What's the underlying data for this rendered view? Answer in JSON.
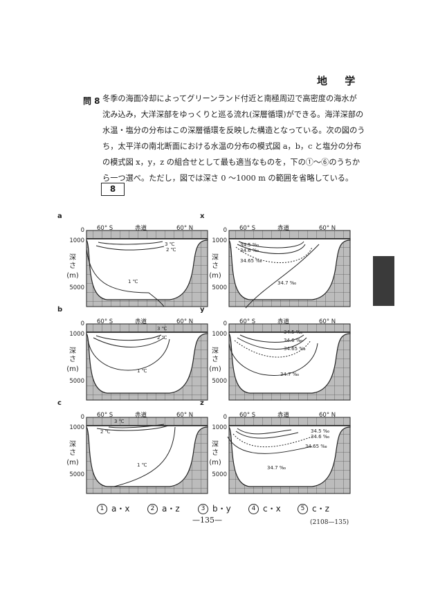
{
  "header": {
    "subject": "地 学"
  },
  "question": {
    "number": "問 8",
    "lines": [
      "冬季の海面冷却によってグリーンランド付近と南極周辺で高密度の海水が",
      "沈み込み，大洋深部をゆっくりと巡る流れ(深層循環)ができる。海洋深部の",
      "水温・塩分の分布はこの深層循環を反映した構造となっている。次の図のう",
      "ち，太平洋の南北断面における水温の分布の模式図 a，b，c と塩分の分布",
      "の模式図 x，y，z の組合せとして最も適当なものを，下の①～⑥のうちか",
      "ら一つ選べ。ただし，図では深さ 0 ～1000 m の範囲を省略している。"
    ],
    "answer_box": "8"
  },
  "figure": {
    "lat_labels": [
      "60° S",
      "赤道",
      "60° N"
    ],
    "depth_label": "深さ(m)",
    "depth_ticks": [
      "0",
      "1000",
      "5000"
    ],
    "panels": [
      {
        "id": "a",
        "contours": [
          "3 ℃",
          "2 ℃",
          "1 ℃"
        ]
      },
      {
        "id": "x",
        "contours": [
          "34.5 ‰",
          "34.6 ‰",
          "34.65 ‰",
          "34.7 ‰"
        ]
      },
      {
        "id": "b",
        "contours": [
          "3 ℃",
          "2 ℃",
          "1 ℃"
        ]
      },
      {
        "id": "y",
        "contours": [
          "34.5 ‰",
          "34.6 ‰",
          "34.65 ‰",
          "34.7 ‰"
        ]
      },
      {
        "id": "c",
        "contours": [
          "3 ℃",
          "2 ℃",
          "1 ℃"
        ]
      },
      {
        "id": "z",
        "contours": [
          "34.5 ‰",
          "34.6 ‰",
          "34.65 ‰",
          "34.7 ‰"
        ]
      }
    ]
  },
  "choices": [
    {
      "num": "1",
      "text": "a・x"
    },
    {
      "num": "2",
      "text": "a・z"
    },
    {
      "num": "3",
      "text": "b・y"
    },
    {
      "num": "4",
      "text": "c・x"
    },
    {
      "num": "5",
      "text": "c・z"
    }
  ],
  "footer": {
    "page_number": "—135—",
    "code": "(2108—135)"
  }
}
